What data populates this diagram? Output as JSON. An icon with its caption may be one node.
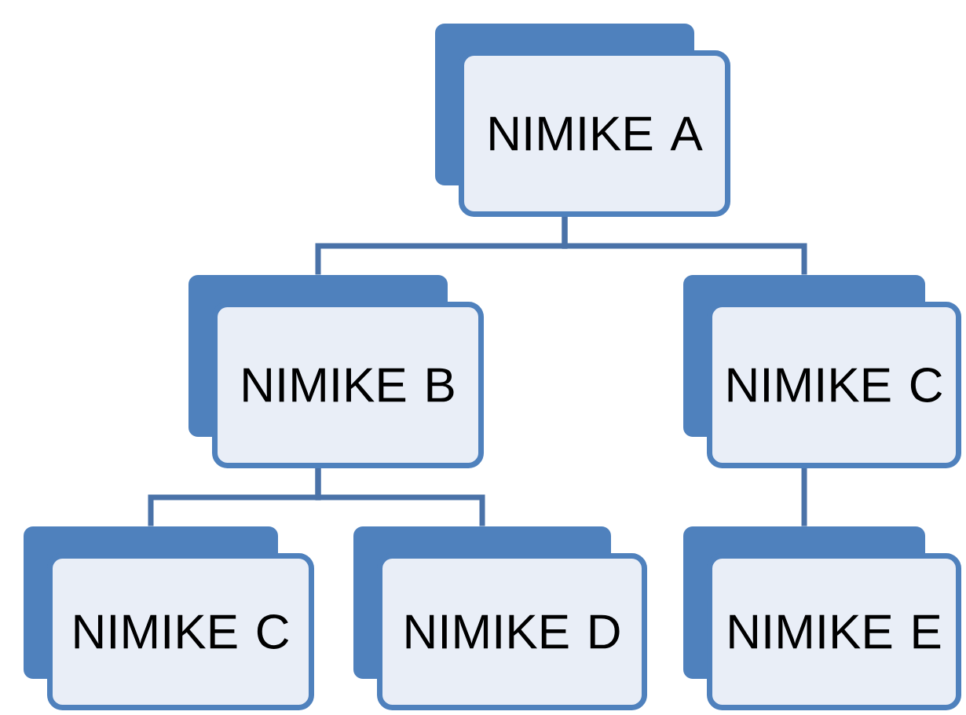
{
  "diagram": {
    "nodes": [
      {
        "text": [
          "NIMIKE A"
        ]
      },
      {
        "text": [
          "NIMIKE B"
        ]
      },
      {
        "text": [
          "NIMIKE C"
        ]
      },
      {
        "text": [
          "NIMIKE C"
        ]
      },
      {
        "text": [
          "NIMIKE D"
        ]
      },
      {
        "text": [
          "NIMIKE E"
        ]
      }
    ],
    "edges": [
      {
        "from": 0,
        "to": 1,
        "arrow": "none"
      },
      {
        "from": 0,
        "to": 2,
        "arrow": "none"
      },
      {
        "from": 1,
        "to": 3,
        "arrow": "none"
      },
      {
        "from": 1,
        "to": 4,
        "arrow": "none"
      },
      {
        "from": 2,
        "to": 5,
        "arrow": "none"
      }
    ]
  }
}
